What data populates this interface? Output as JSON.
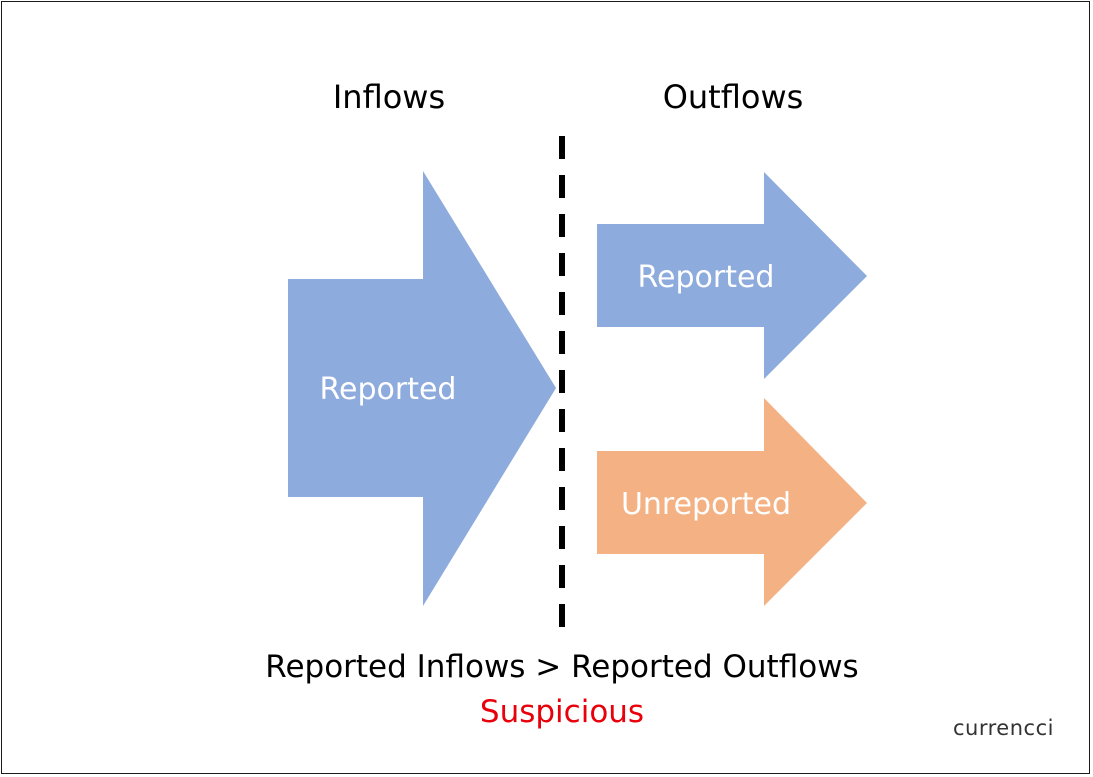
{
  "headings": {
    "inflows": "Inflows",
    "outflows": "Outflows"
  },
  "arrows": {
    "inflow_reported": {
      "label": "Reported",
      "color": "#8eabdd"
    },
    "outflow_reported": {
      "label": "Reported",
      "color": "#8eabdd"
    },
    "outflow_unreported": {
      "label": "Unreported",
      "color": "#f4b183"
    }
  },
  "footer": {
    "formula": "Reported Inflows > Reported Outflows",
    "verdict": "Suspicious",
    "verdict_color": "#e8000b"
  },
  "brand": "currencci"
}
